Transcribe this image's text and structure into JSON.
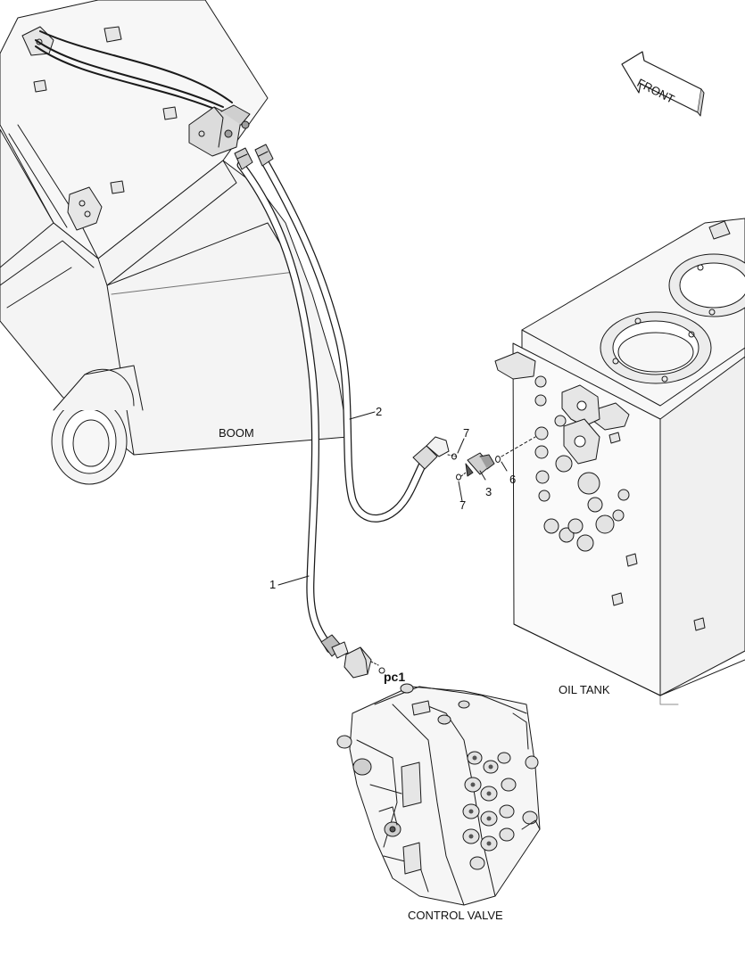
{
  "labels": {
    "boom": "BOOM",
    "oil_tank": "OIL TANK",
    "control_valve": "CONTROL VALVE",
    "front": "FRONT",
    "port_pc1": "pc1"
  },
  "callouts": {
    "c1": "1",
    "c2": "2",
    "c3": "3",
    "c6": "6",
    "c7a": "7",
    "c7b": "7"
  },
  "colors": {
    "line": "#1a1a1a",
    "fill_light": "#f7f7f7",
    "fill_shade": "#e6e6e6",
    "fill_dark": "#bdbdbd"
  }
}
